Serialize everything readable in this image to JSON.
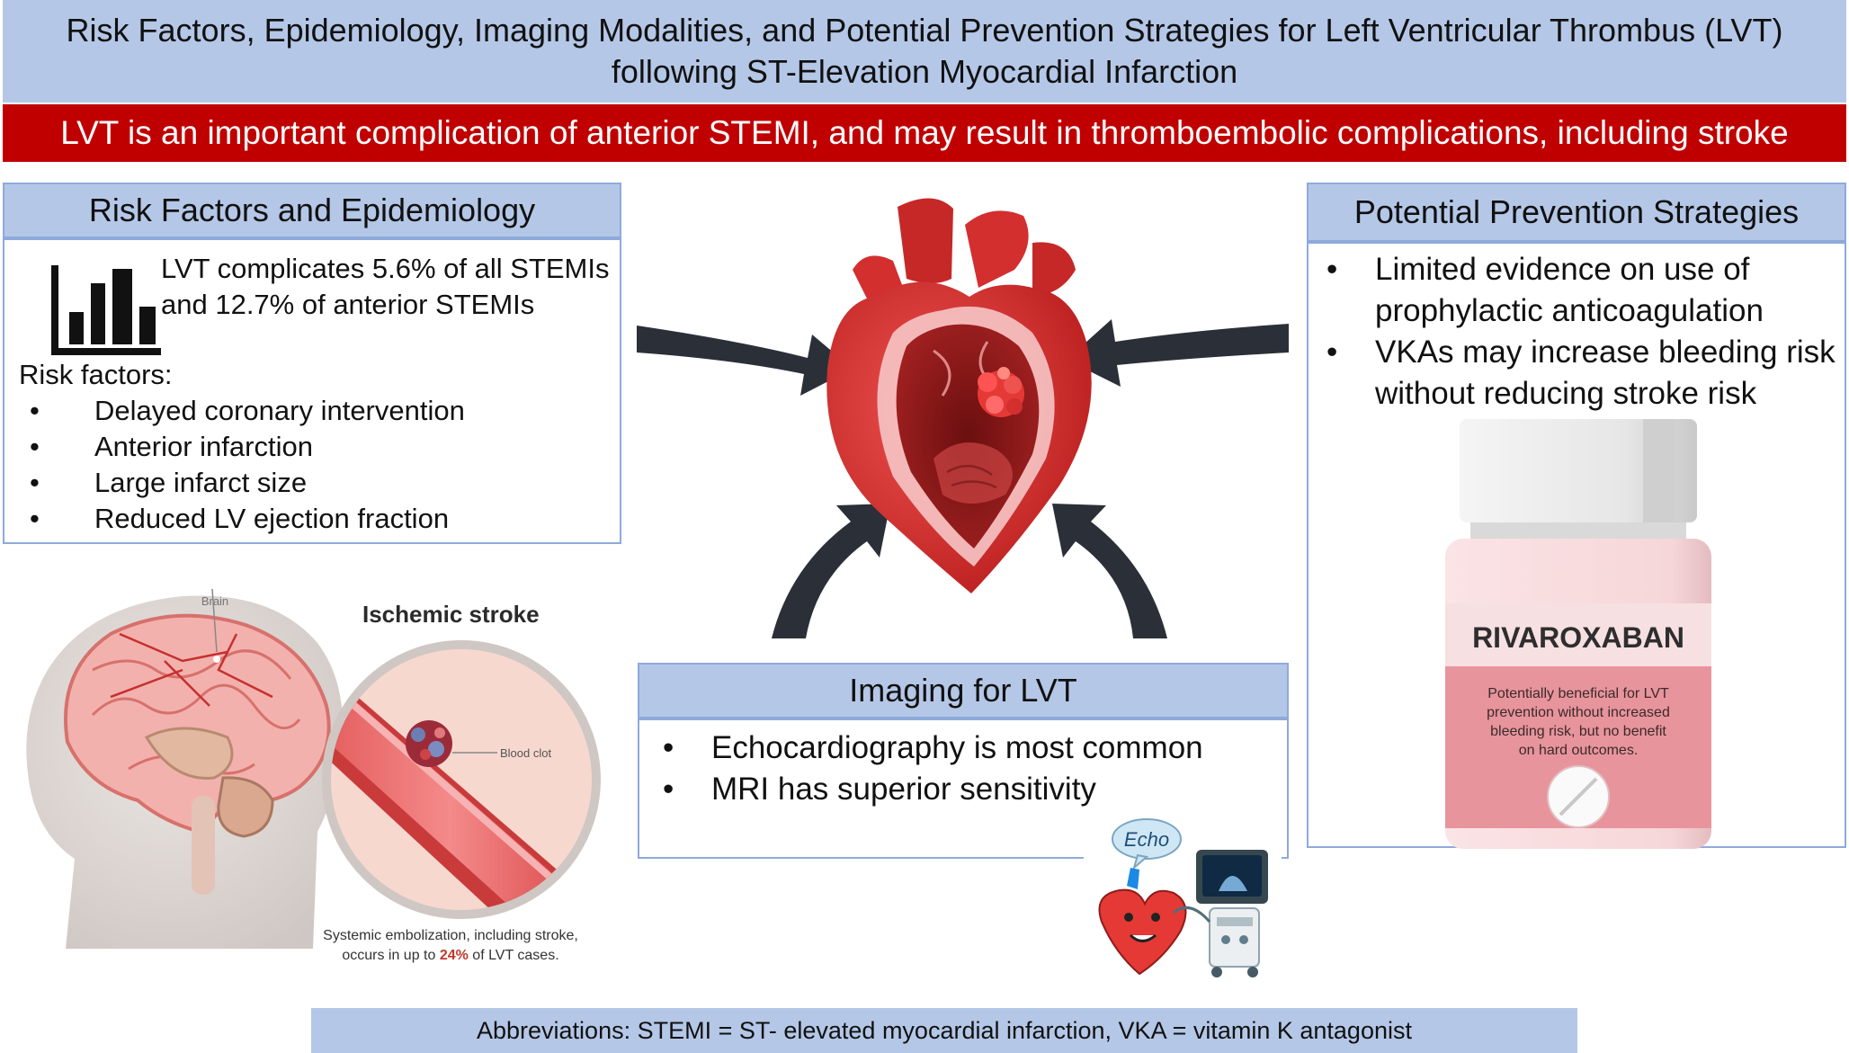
{
  "header": {
    "title_line1": "Risk Factors, Epidemiology, Imaging Modalities, and Potential Prevention Strategies for Left Ventricular Thrombus (LVT)",
    "title_line2": "following ST-Elevation Myocardial Infarction",
    "banner": "LVT is an important complication of anterior STEMI, and may result in thromboembolic complications, including stroke"
  },
  "risk_panel": {
    "heading": "Risk Factors and Epidemiology",
    "stat_line1": "LVT complicates 5.6% of all STEMIs",
    "stat_line2": "and 12.7% of anterior STEMIs",
    "icon": "bar-chart-icon",
    "risk_label": "Risk factors:",
    "bullet_symbol": "•",
    "items": [
      "Delayed coronary intervention",
      "Anterior infarction",
      "Large infarct size",
      "Reduced LV ejection fraction"
    ]
  },
  "stroke_illustration": {
    "title": "Ischemic stroke",
    "brain_label": "Brain",
    "clot_label": "Blood clot",
    "caption_line1": "Systemic embolization, including stroke,",
    "caption_line2_prefix": "occurs in up to ",
    "caption_line2_highlight": "24%",
    "caption_line2_suffix": " of LVT cases."
  },
  "imaging_panel": {
    "heading": "Imaging for LVT",
    "items": [
      "Echocardiography is most common",
      "MRI has superior sensitivity"
    ],
    "echo_label": "Echo"
  },
  "prevention_panel": {
    "heading": "Potential Prevention Strategies",
    "items": [
      [
        "Limited evidence on use of",
        "prophylactic anticoagulation"
      ],
      [
        "VKAs may increase bleeding risk",
        "without reducing stroke risk"
      ]
    ],
    "bottle_label": "RIVAROXABAN",
    "bottle_text": [
      "Potentially beneficial for LVT",
      "prevention without increased",
      "bleeding risk, but no benefit",
      "on hard outcomes."
    ]
  },
  "footer": {
    "abbreviations": "Abbreviations: STEMI = ST- elevated myocardial infarction, VKA = vitamin K antagonist"
  },
  "colors": {
    "header_blue": "#b4c7e7",
    "banner_red": "#c00000",
    "border_blue": "#8eaadb",
    "heart_red": "#d32f2f",
    "arrow_dark": "#2b2f38",
    "bottle_pink": "#e8949c"
  }
}
